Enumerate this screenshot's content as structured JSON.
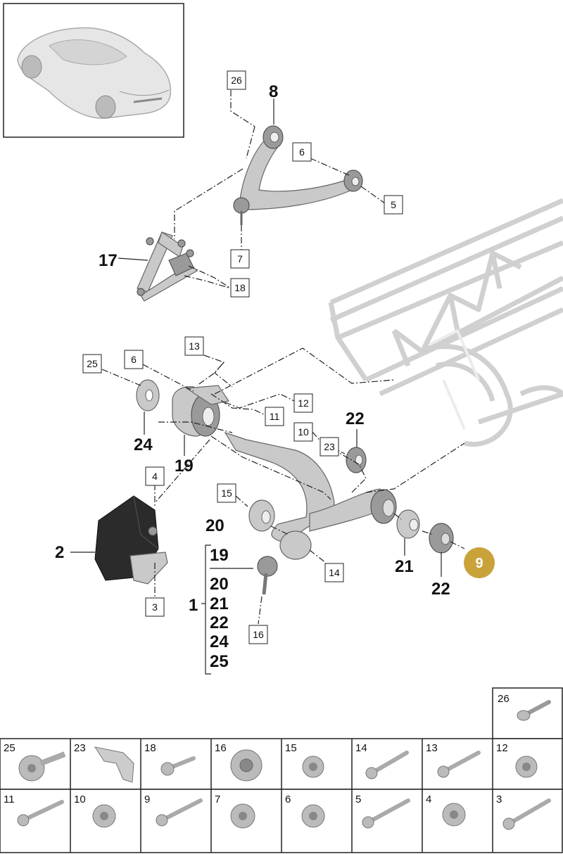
{
  "diagram": {
    "bold_labels": {
      "p8": "8",
      "p17": "17",
      "p22a": "22",
      "p24": "24",
      "p19": "19",
      "p20": "20",
      "p2": "2",
      "p21": "21",
      "p22b": "22",
      "p1": "1"
    },
    "boxed_labels": {
      "b26": "26",
      "b6a": "6",
      "b5": "5",
      "b7": "7",
      "b18": "18",
      "b13": "13",
      "b25": "25",
      "b6b": "6",
      "b12": "12",
      "b11": "11",
      "b10": "10",
      "b23": "23",
      "b4": "4",
      "b15": "15",
      "b14": "14",
      "b3": "3",
      "b16": "16"
    },
    "assembly_list": [
      "19",
      "20",
      "21",
      "22",
      "24",
      "25"
    ],
    "highlight_callout": {
      "label": "9",
      "color": "#c9a23a"
    }
  },
  "parts_table": {
    "row_top": [
      "26"
    ],
    "row1": [
      "25",
      "23",
      "18",
      "16",
      "15",
      "14",
      "13",
      "12"
    ],
    "row2": [
      "11",
      "10",
      "9",
      "7",
      "6",
      "5",
      "4",
      "3"
    ]
  }
}
